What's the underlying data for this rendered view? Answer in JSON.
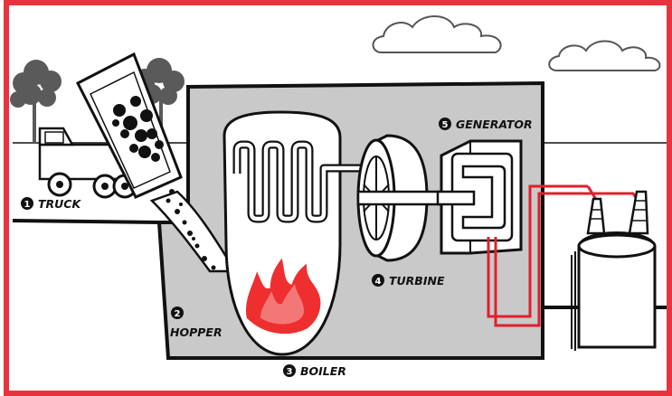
{
  "labels": {
    "truck": {
      "number": "1",
      "text": "TRUCK"
    },
    "hopper": {
      "number": "2",
      "text": "HOPPER"
    },
    "boiler": {
      "number": "3",
      "text": "BOILER"
    },
    "turbine": {
      "number": "4",
      "text": "TURBINE"
    },
    "generator": {
      "number": "5",
      "text": "GENERATOR"
    }
  },
  "colors": {
    "frame": "#e8333f",
    "building": "#c9c9c9",
    "outline": "#111111",
    "fire": "#ef2f2f",
    "wire": "#e0202c",
    "trees": "#5a5a5a"
  },
  "icons": {
    "truck": "dump-truck-icon",
    "hopper": "coal-hopper-icon",
    "boiler": "boiler-icon",
    "turbine": "turbine-icon",
    "generator": "generator-icon",
    "transformer": "transformer-icon"
  }
}
